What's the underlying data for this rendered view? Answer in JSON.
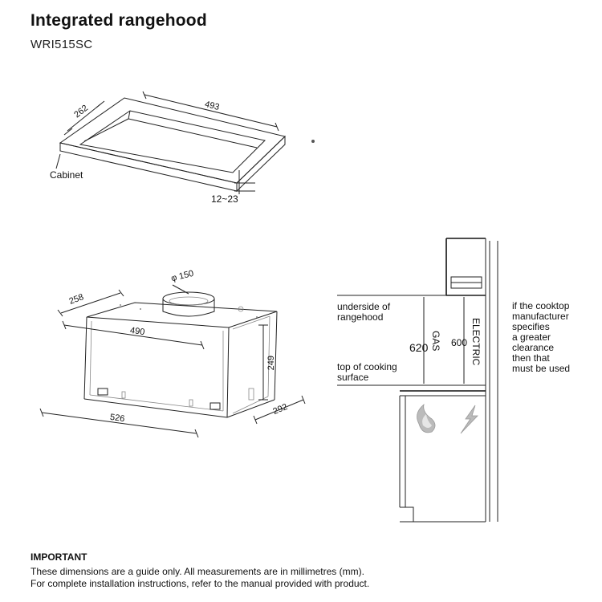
{
  "header": {
    "title": "Integrated rangehood",
    "model": "WRI515SC"
  },
  "cabinet_diagram": {
    "depth": "262",
    "width": "493",
    "label": "Cabinet",
    "thickness": "12~23"
  },
  "hood_diagram": {
    "duct": "φ 150",
    "depth_top": "258",
    "width_inner": "490",
    "height": "249",
    "width_outer": "526",
    "depth_bottom": "292"
  },
  "clearance_diagram": {
    "underside_label": "underside of\nrangehood",
    "cooking_label": "top of cooking\nsurface",
    "gas_value": "620",
    "gas_label": "GAS",
    "electric_value": "600",
    "electric_label": "ELECTRIC",
    "note": "if the cooktop\nmanufacturer\nspecifies\na greater\nclearance\nthen that\nmust be used"
  },
  "footer": {
    "heading": "IMPORTANT",
    "line1": "These dimensions are a guide only. All measurements are in millimetres (mm).",
    "line2": "For complete installation instructions, refer to the manual provided with product."
  }
}
